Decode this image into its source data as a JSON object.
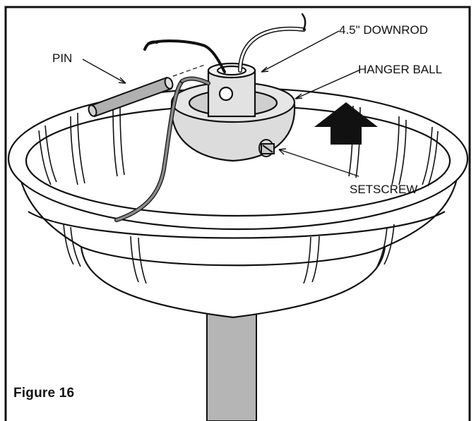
{
  "figure": {
    "caption": "Figure 16",
    "labels": {
      "downrod": "4.5\" DOWNROD",
      "hanger_ball": "HANGER BALL",
      "pin": "PIN",
      "setscrew": "SETSCREW"
    }
  },
  "colors": {
    "line": "#111111",
    "wire_gray": "#8a8a8a",
    "pipe_fill": "#b5b5b5",
    "ball_fill": "#dcdcdc"
  }
}
